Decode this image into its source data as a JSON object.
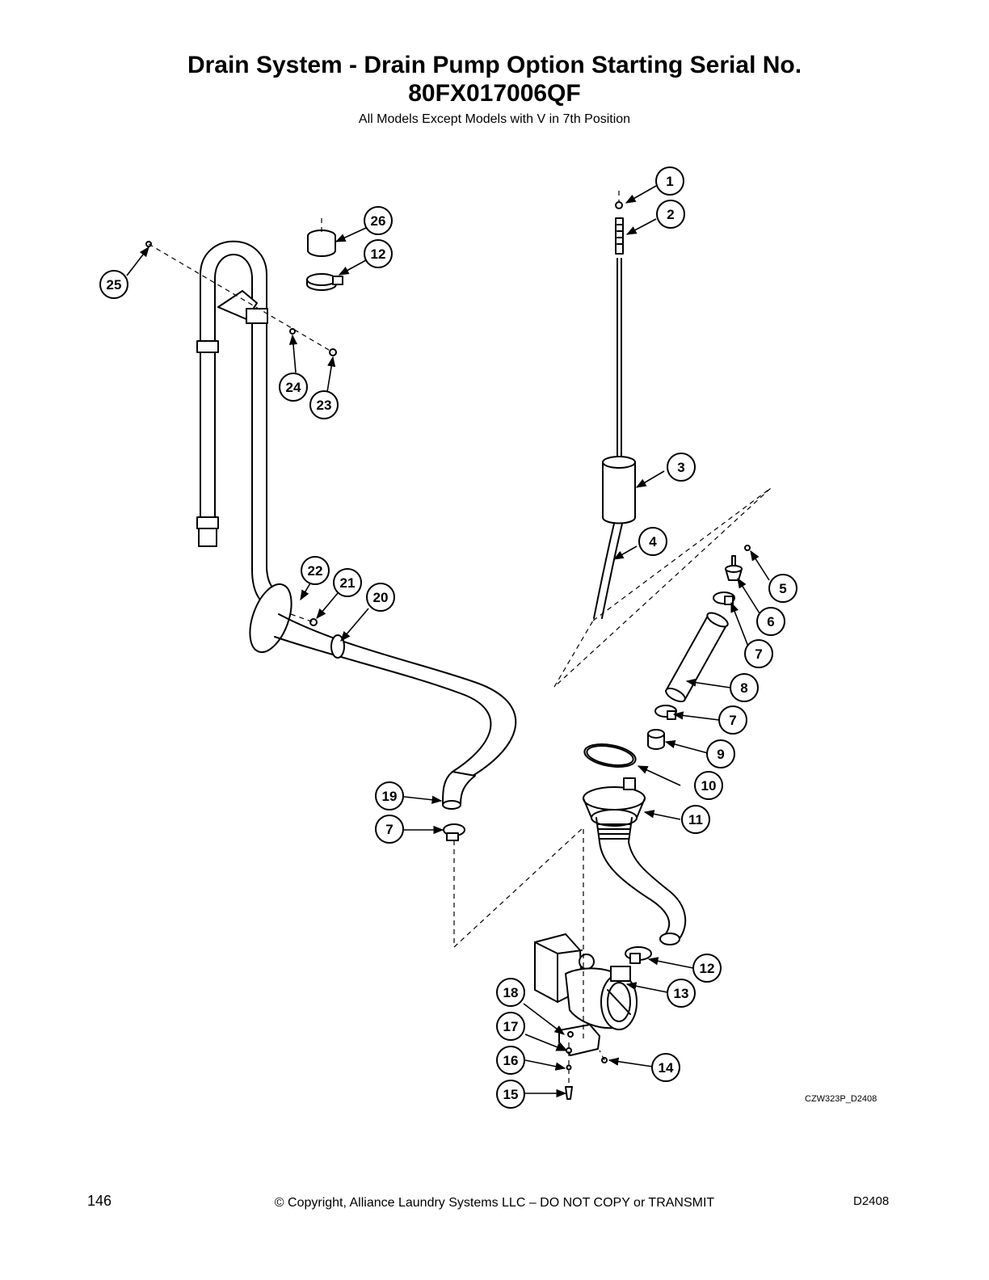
{
  "title_line1": "Drain System - Drain Pump Option Starting Serial No.",
  "title_line2": "80FX017006QF",
  "subtitle": "All Models Except Models with V in 7th Position",
  "drawing_code": "CZW323P_D2408",
  "footer": {
    "page_number": "146",
    "copyright": "© Copyright, Alliance Laundry Systems LLC – DO NOT COPY or TRANSMIT",
    "doc_code": "D2408"
  },
  "callouts": [
    "1",
    "2",
    "3",
    "4",
    "5",
    "6",
    "7",
    "8",
    "7",
    "9",
    "10",
    "11",
    "12",
    "13",
    "14",
    "15",
    "16",
    "17",
    "18",
    "7",
    "19",
    "20",
    "21",
    "22",
    "23",
    "24",
    "25",
    "26",
    "12"
  ]
}
